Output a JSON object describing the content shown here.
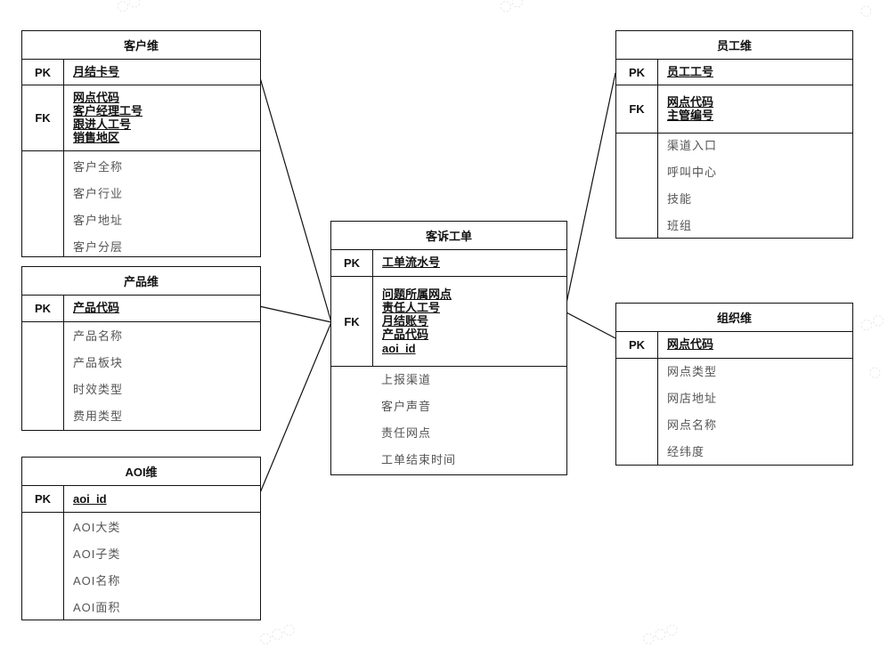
{
  "labels": {
    "pk": "PK",
    "fk": "FK"
  },
  "customer": {
    "title": "客户维",
    "pk": [
      "月结卡号"
    ],
    "fk": [
      "网点代码",
      "客户经理工号",
      "跟进人工号",
      "销售地区"
    ],
    "attributes": [
      "客户全称",
      "客户行业",
      "客户地址",
      "客户分层"
    ]
  },
  "product": {
    "title": "产品维",
    "pk": [
      "产品代码"
    ],
    "attributes": [
      "产品名称",
      "产品板块",
      "时效类型",
      "费用类型"
    ]
  },
  "aoi": {
    "title": "AOI维",
    "pk": [
      "aoi_id"
    ],
    "attributes": [
      "AOI大类",
      "AOI子类",
      "AOI名称",
      "AOI面积"
    ]
  },
  "complaint": {
    "title": "客诉工单",
    "pk": [
      "工单流水号"
    ],
    "fk": [
      "问题所属网点",
      "责任人工号",
      "月结账号",
      "产品代码",
      "aoi_id"
    ],
    "attributes": [
      "上报渠道",
      "客户声音",
      "责任网点",
      "工单结束时间"
    ]
  },
  "employee": {
    "title": "员工维",
    "pk": [
      "员工工号"
    ],
    "fk": [
      "网点代码",
      "主管编号"
    ],
    "attributes": [
      "渠道入口",
      "呼叫中心",
      "技能",
      "班组"
    ]
  },
  "org": {
    "title": "组织维",
    "pk": [
      "网点代码"
    ],
    "attributes": [
      "网点类型",
      "网店地址",
      "网点名称",
      "经纬度"
    ]
  }
}
